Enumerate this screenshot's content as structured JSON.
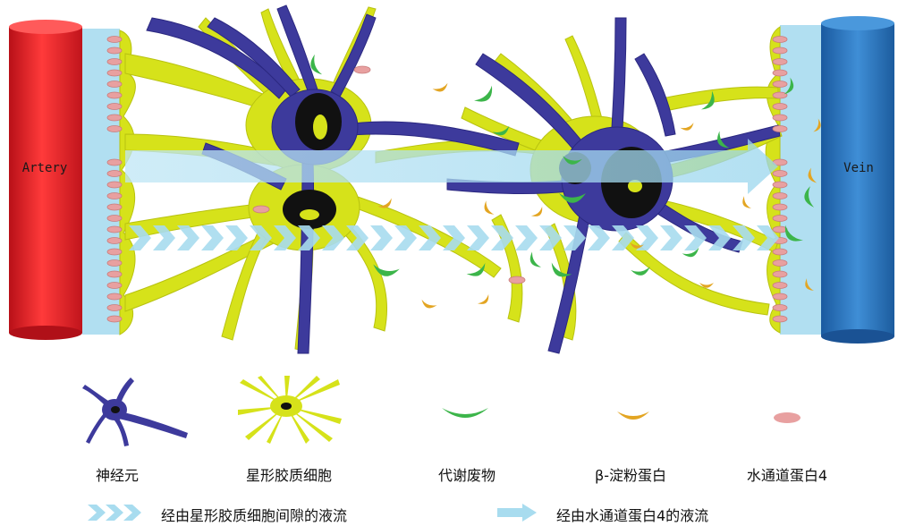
{
  "vessels": {
    "artery_label": "Artery",
    "vein_label": "Vein"
  },
  "legend": {
    "neuron": "神经元",
    "astrocyte": "星形胶质细胞",
    "metabolic_waste": "代谢废物",
    "beta_amyloid": "β-淀粉蛋白",
    "aquaporin4": "水通道蛋白4"
  },
  "flow_legend": {
    "interstitial_flow": "经由星形胶质细胞间隙的液流",
    "aquaporin_flow": "经由水通道蛋白4的液流"
  },
  "colors": {
    "artery": "#e8202a",
    "vein": "#2370b8",
    "endfeet": "#a8dcef",
    "neuron": "#3d3a9c",
    "astrocyte": "#d6e21a",
    "nucleus": "#111111",
    "waste": "#3cb54a",
    "amyloid": "#e3a522",
    "aquaporin": "#e8a0a0",
    "flow": "#a8dcef"
  }
}
